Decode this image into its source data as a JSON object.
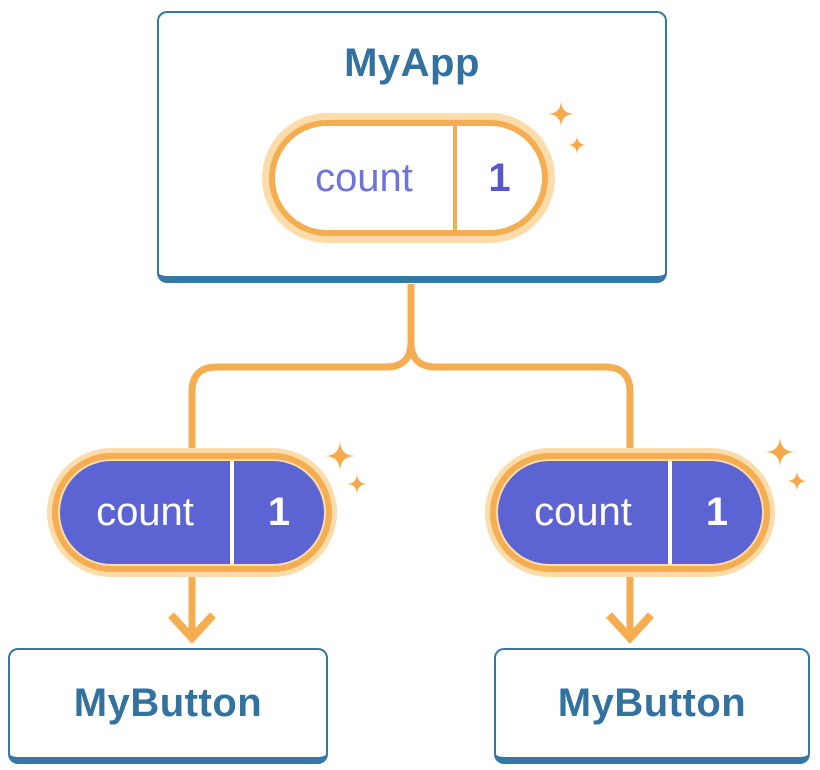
{
  "diagram": {
    "root": {
      "title": "MyApp",
      "state": {
        "label": "count",
        "value": "1"
      }
    },
    "children": [
      {
        "title": "MyButton",
        "prop": {
          "label": "count",
          "value": "1"
        }
      },
      {
        "title": "MyButton",
        "prop": {
          "label": "count",
          "value": "1"
        }
      }
    ]
  },
  "colors": {
    "connector": "#F5AD51",
    "pale_ring": "#FCDCAB",
    "purple_fill": "#5C63D2",
    "box_border": "#3478A6",
    "title_text": "#33719F",
    "label_text": "#6E74DC",
    "value_text": "#5457CE",
    "sparkle": "#F5A94B"
  },
  "icons": {
    "sparkle": "sparkle-icon",
    "arrowhead": "arrow-down-icon"
  }
}
